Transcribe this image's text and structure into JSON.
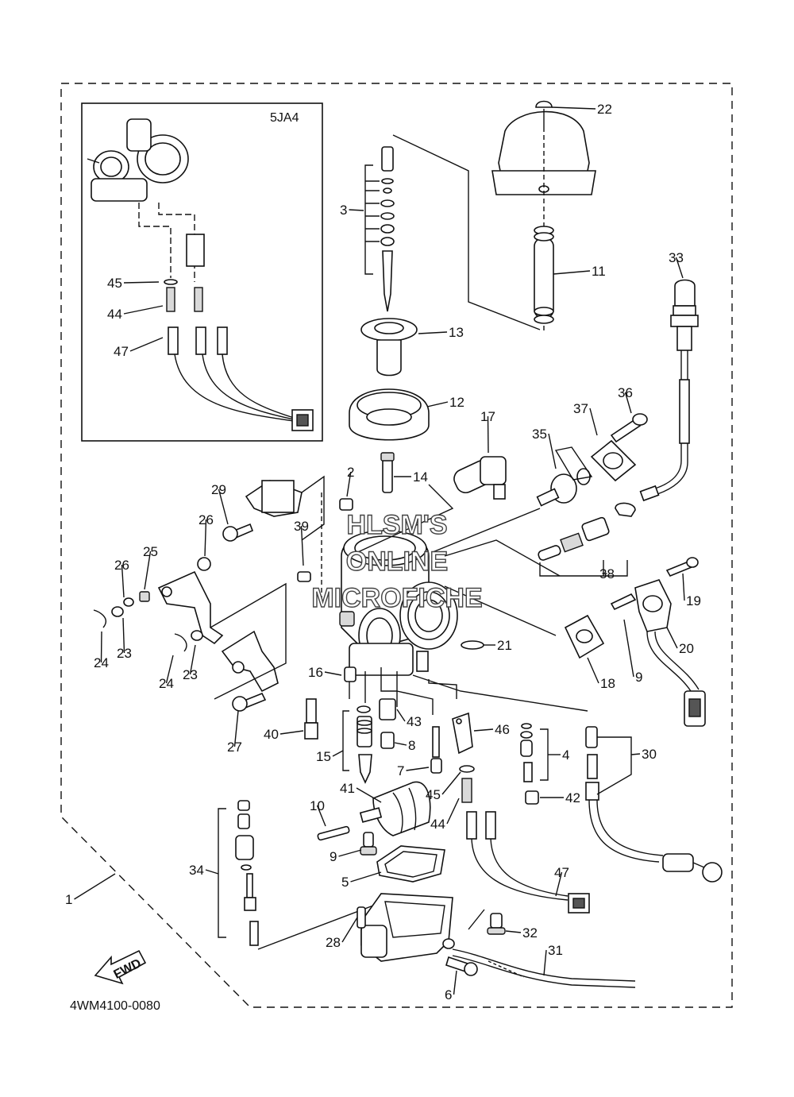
{
  "diagram": {
    "code": "4WM4100-0080",
    "inset_label": "5JA4",
    "fwd_label": "FWD",
    "watermark": [
      "HLSM'S",
      "ONLINE",
      "MICROFICHE"
    ],
    "callouts": [
      {
        "id": "c22",
        "text": "22"
      },
      {
        "id": "c3",
        "text": "3"
      },
      {
        "id": "c11",
        "text": "11"
      },
      {
        "id": "c33",
        "text": "33"
      },
      {
        "id": "c13",
        "text": "13"
      },
      {
        "id": "c12",
        "text": "12"
      },
      {
        "id": "c36",
        "text": "36"
      },
      {
        "id": "c37",
        "text": "37"
      },
      {
        "id": "c17",
        "text": "17"
      },
      {
        "id": "c35",
        "text": "35"
      },
      {
        "id": "c2",
        "text": "2"
      },
      {
        "id": "c14",
        "text": "14"
      },
      {
        "id": "c29",
        "text": "29"
      },
      {
        "id": "c26a",
        "text": "26"
      },
      {
        "id": "c39",
        "text": "39"
      },
      {
        "id": "c25",
        "text": "25"
      },
      {
        "id": "c26b",
        "text": "26"
      },
      {
        "id": "c38",
        "text": "38"
      },
      {
        "id": "c19",
        "text": "19"
      },
      {
        "id": "c24a",
        "text": "24"
      },
      {
        "id": "c23a",
        "text": "23"
      },
      {
        "id": "c24b",
        "text": "24"
      },
      {
        "id": "c23b",
        "text": "23"
      },
      {
        "id": "c21",
        "text": "21"
      },
      {
        "id": "c20",
        "text": "20"
      },
      {
        "id": "c9a",
        "text": "9"
      },
      {
        "id": "c18",
        "text": "18"
      },
      {
        "id": "c16",
        "text": "16"
      },
      {
        "id": "c27",
        "text": "27"
      },
      {
        "id": "c40",
        "text": "40"
      },
      {
        "id": "c43",
        "text": "43"
      },
      {
        "id": "c46",
        "text": "46"
      },
      {
        "id": "c15",
        "text": "15"
      },
      {
        "id": "c8",
        "text": "8"
      },
      {
        "id": "c4",
        "text": "4"
      },
      {
        "id": "c30",
        "text": "30"
      },
      {
        "id": "c7",
        "text": "7"
      },
      {
        "id": "c41",
        "text": "41"
      },
      {
        "id": "c45b",
        "text": "45"
      },
      {
        "id": "c42",
        "text": "42"
      },
      {
        "id": "c10",
        "text": "10"
      },
      {
        "id": "c44b",
        "text": "44"
      },
      {
        "id": "c9b",
        "text": "9"
      },
      {
        "id": "c34",
        "text": "34"
      },
      {
        "id": "c5",
        "text": "5"
      },
      {
        "id": "c47b",
        "text": "47"
      },
      {
        "id": "c1",
        "text": "1"
      },
      {
        "id": "c28",
        "text": "28"
      },
      {
        "id": "c32",
        "text": "32"
      },
      {
        "id": "c31",
        "text": "31"
      },
      {
        "id": "c6",
        "text": "6"
      },
      {
        "id": "c45a",
        "text": "45"
      },
      {
        "id": "c44a",
        "text": "44"
      },
      {
        "id": "c47a",
        "text": "47"
      }
    ]
  }
}
